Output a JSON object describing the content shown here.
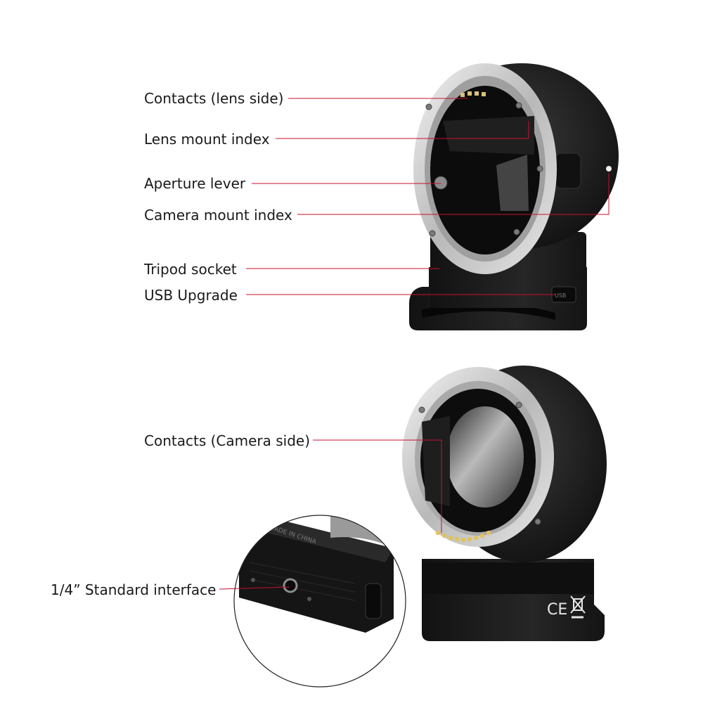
{
  "labels": {
    "contacts_lens": "Contacts (lens side)",
    "lens_index": "Lens mount index",
    "aperture": "Aperture lever",
    "camera_index": "Camera mount index",
    "tripod": "Tripod socket",
    "usb": "USB Upgrade",
    "contacts_camera": "Contacts (Camera side)",
    "standard_interface": "1/4” Standard interface"
  },
  "device_marks": {
    "ce": "CE",
    "usb_port": "USB",
    "made_in": "MADE IN CHINA"
  },
  "colors": {
    "leader_line": "#c8102e",
    "body_black": "#1b1b1b",
    "ring_silver": "#c9c9c9"
  }
}
